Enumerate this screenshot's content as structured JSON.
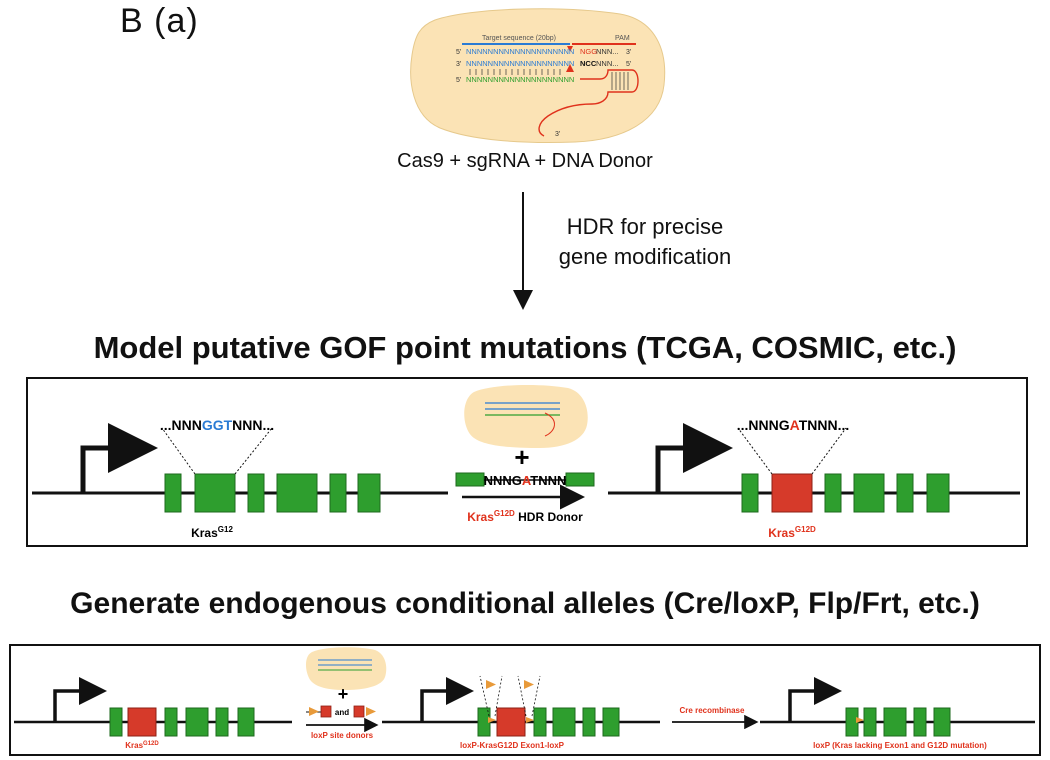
{
  "panel_label": "B (a)",
  "cas9_caption": "Cas9 + sgRNA + DNA Donor",
  "hdr_text": [
    "HDR for precise",
    "gene modification"
  ],
  "schematic": {
    "target_label": "Target sequence (20bp)",
    "pam_label": "PAM",
    "end_5": "5'",
    "end_3": "3'",
    "top_seq": "NNNNNNNNNNNNNNNNNNNN",
    "top_pam": "NGG",
    "top_tail": "NNN...",
    "bottom_seq": "NNNNNNNNNNNNNNNNNNNN",
    "bottom_pam": "NCC",
    "bottom_tail": "NNN...",
    "guide_seq": "NNNNNNNNNNNNNNNNNNNN"
  },
  "section1": {
    "title": "Model putative GOF point mutations (TCGA, COSMIC, etc.)",
    "left_seq": {
      "pre": "...NNN",
      "codon": "GGT",
      "post": "NNN..."
    },
    "left_label": "Kras",
    "left_label_sup": "G12",
    "plus": "+",
    "donor_seq": {
      "pre": "NNNG",
      "mid": "A",
      "post": "TNNN"
    },
    "donor_label_gene": "Kras",
    "donor_label_sup": "G12D",
    "donor_label_rest": " HDR Donor",
    "right_seq": {
      "pre": "...NNNG",
      "mid": "A",
      "post": "TNNN..."
    },
    "right_label": "Kras",
    "right_label_sup": "G12D"
  },
  "section2": {
    "title": "Generate endogenous conditional alleles (Cre/loxP, Flp/Frt, etc.)",
    "left_label": "Kras",
    "left_label_sup": "G12D",
    "plus": "+",
    "and_text": "and",
    "donors_label": "loxP site donors",
    "middle_label": "loxP-KrasG12D Exon1-loxP",
    "cre_label": "Cre recombinase",
    "right_label": "loxP (Kras lacking Exon1 and G12D mutation)"
  },
  "colors": {
    "exon_green": "#2e9e2e",
    "exon_red": "#d63a2a",
    "blue_codon": "#2a7bd4",
    "red_text": "#e0321c",
    "blob": "#fbe3b5"
  }
}
